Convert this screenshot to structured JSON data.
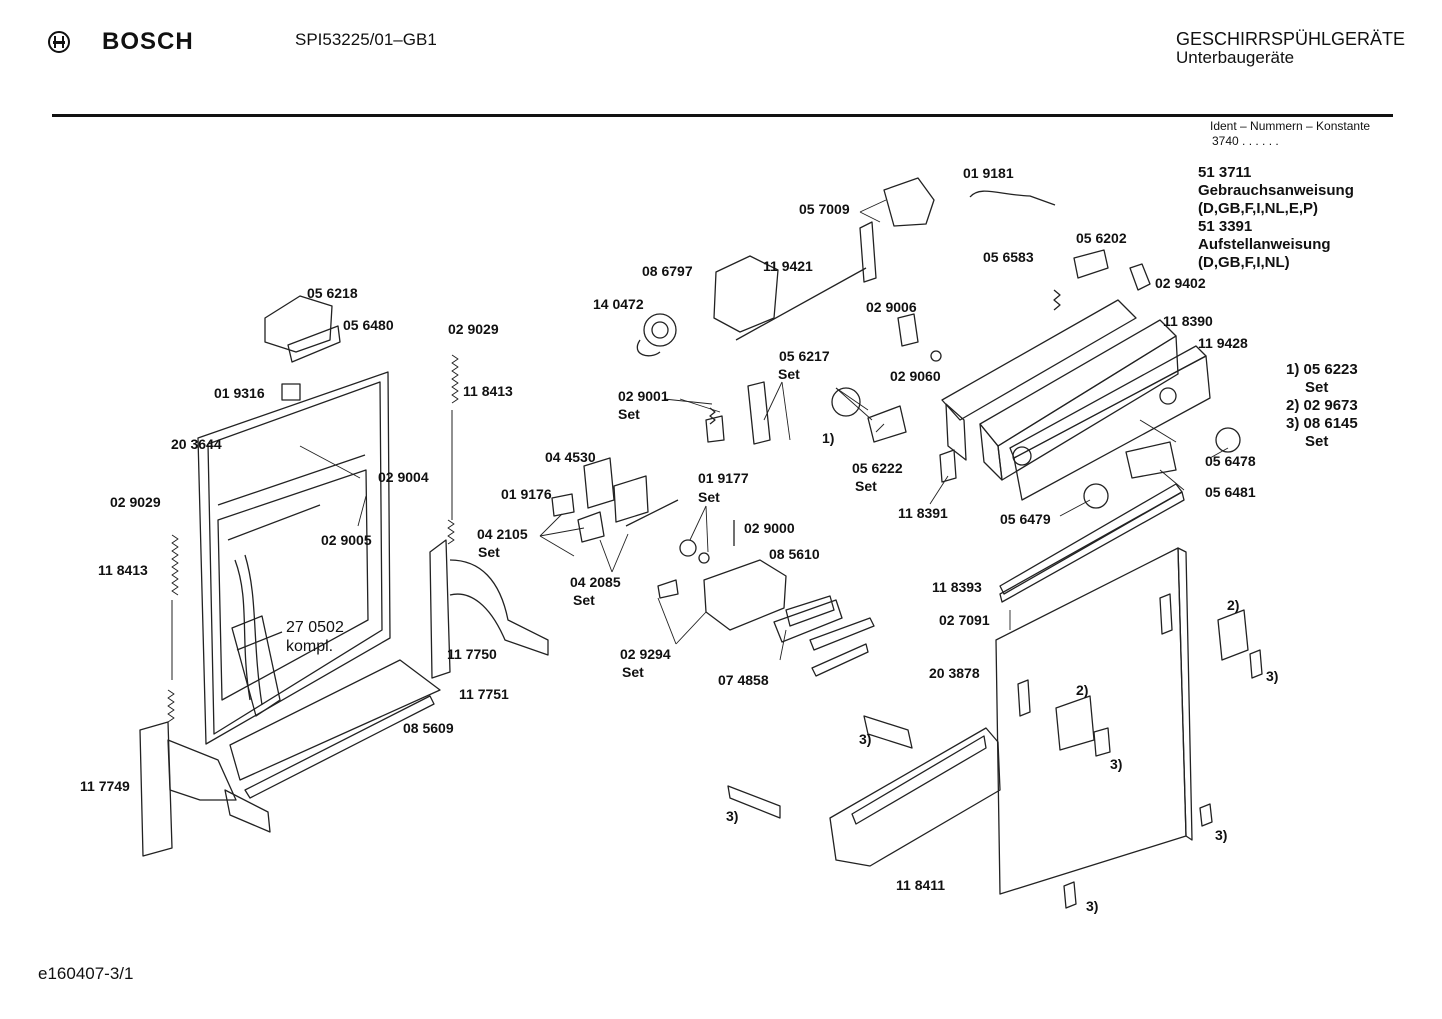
{
  "header": {
    "brand": "BOSCH",
    "model": "SPI53225/01–GB1",
    "category_line1": "GESCHIRRSPÜHLGERÄTE",
    "category_line2": "Unterbaugeräte",
    "ident_label": "Ident – Nummern – Konstante",
    "ident_value": "3740 .  .  .  .  .  ."
  },
  "documents": [
    {
      "code": "51 3711",
      "title": "Gebrauchsanweisung",
      "langs": "(D,GB,F,I,NL,E,P)"
    },
    {
      "code": "51 3391",
      "title": "Aufstellanweisung",
      "langs": "(D,GB,F,I,NL)"
    }
  ],
  "footnotes": [
    {
      "mark": "1) 05 6223",
      "note": "Set"
    },
    {
      "mark": "2) 02 9673",
      "note": ""
    },
    {
      "mark": "3) 08 6145",
      "note": "Set"
    }
  ],
  "part_labels": [
    "05 6218",
    "05 6480",
    "01 9316",
    "20 3644",
    "02 9004",
    "02 9005",
    "02 9029",
    "11 8413",
    "02 9029",
    "11 8413",
    "27 0502",
    "kompl.",
    "11 7749",
    "11 7750",
    "11 7751",
    "08 5609",
    "05 7009",
    "01 9181",
    "08 6797",
    "11 9421",
    "14 0472",
    "02 9001",
    "Set",
    "05 6217",
    "Set",
    "02 9006",
    "02 9060",
    "04 4530",
    "01 9176",
    "04 2105",
    "Set",
    "04 2085",
    "Set",
    "01 9177",
    "Set",
    "02 9000",
    "08 5610",
    "02 9294",
    "Set",
    "07 4858",
    "05 6222",
    "Set",
    "1)",
    "11 8391",
    "05 6202",
    "05 6583",
    "02 9402",
    "11 8390",
    "11 9428",
    "05 6478",
    "05 6481",
    "05 6479",
    "11 8393",
    "02 7091",
    "20 3878",
    "2)",
    "3)",
    "2)",
    "3)",
    "3)",
    "3)",
    "3)",
    "3)",
    "11 8411"
  ],
  "footer": {
    "drawing_id": "e160407-3/1"
  }
}
